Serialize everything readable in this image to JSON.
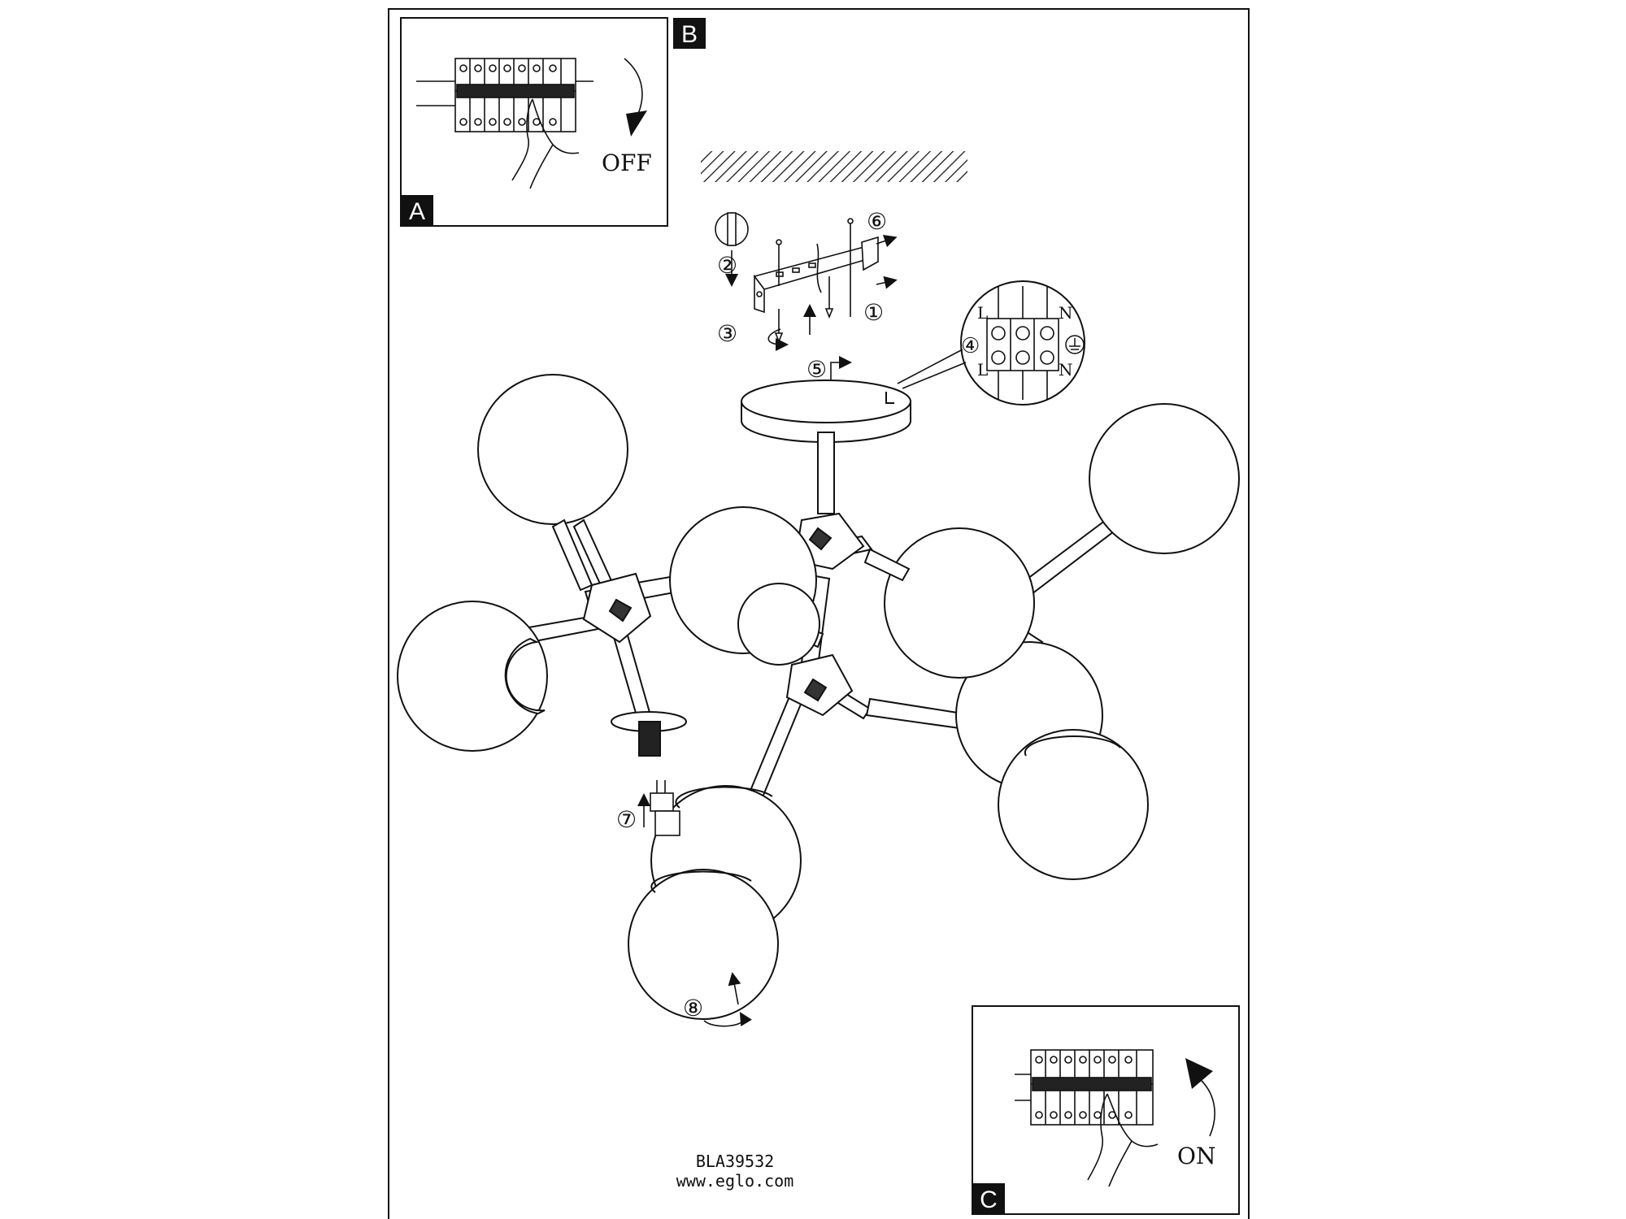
{
  "panels": {
    "a_label": "A",
    "b_label": "B",
    "c_label": "C",
    "off_text": "OFF",
    "on_text": "ON"
  },
  "steps": {
    "s1": "①",
    "s2": "②",
    "s3": "③",
    "s4": "④",
    "s5": "⑤",
    "s6": "⑥",
    "s7": "⑦",
    "s8": "⑧"
  },
  "terminal": {
    "l_top": "L",
    "l_bottom": "L",
    "n_top": "N",
    "n_bottom": "N"
  },
  "footer": {
    "model": "BLA39532",
    "website": "www.eglo.com"
  },
  "icons": [
    "circuit-breaker-icon",
    "hand-icon",
    "rotate-arrow-icon",
    "earth-ground-icon",
    "globe-lamp-icon"
  ]
}
